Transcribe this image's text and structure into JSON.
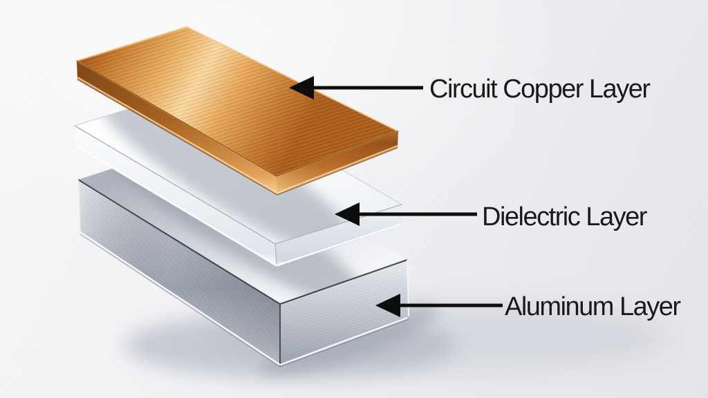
{
  "diagram": {
    "type": "exploded-3d-layer-stack",
    "layers": [
      {
        "id": "circuit-copper",
        "label": "Circuit Copper Layer",
        "color": "#cd8136"
      },
      {
        "id": "dielectric",
        "label": "Dielectric Layer",
        "color": "#f2f4f8"
      },
      {
        "id": "aluminum",
        "label": "Aluminum Layer",
        "color": "#b9bec8"
      }
    ]
  },
  "annotation": {
    "arrow_color": "#0d0d0e",
    "text_color": "#1a1a1c"
  },
  "background": {
    "top": "#f8f8fa",
    "bottom": "#e5e6ea"
  }
}
